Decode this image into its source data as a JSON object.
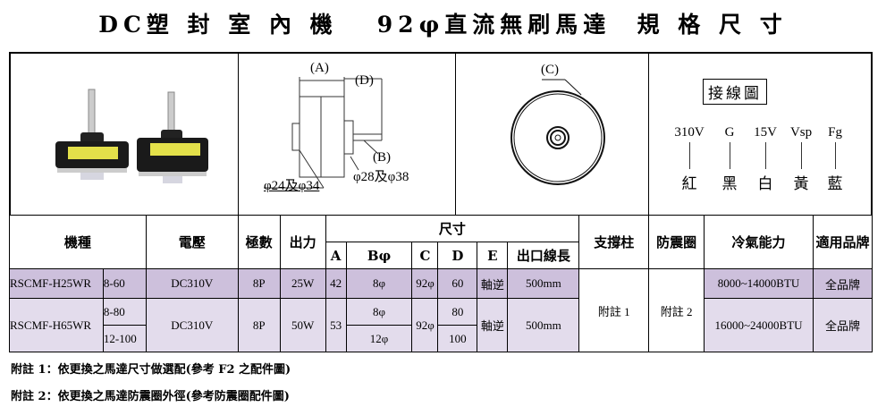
{
  "title": "DC塑 封 室 內 機   92φ直流無刷馬達  規 格 尺 寸",
  "drawing": {
    "a": "(A)",
    "d": "(D)",
    "b": "(B)",
    "c": "(C)",
    "dia1": "φ24及φ34",
    "dia2": "φ28及φ38"
  },
  "wiring": {
    "title": "接線圖",
    "labels": [
      "310V",
      "G",
      "15V",
      "Vsp",
      "Fg"
    ],
    "colors": [
      "紅",
      "黑",
      "白",
      "黃",
      "藍"
    ]
  },
  "headers": {
    "model": "機種",
    "voltage": "電壓",
    "poles": "極數",
    "output": "出力",
    "size": "尺寸",
    "a": "A",
    "b": "Bφ",
    "c": "C",
    "d": "D",
    "e": "E",
    "lead": "出口線長",
    "support": "支撐柱",
    "damper": "防震圈",
    "capacity": "冷氣能力",
    "brand": "適用品牌"
  },
  "rows": [
    {
      "model": "RSCMF-H25WR",
      "range": "8-60",
      "voltage": "DC310V",
      "poles": "8P",
      "output": "25W",
      "a": "42",
      "b": "8φ",
      "c": "92φ",
      "d": "60",
      "e": "軸逆",
      "lead": "500mm",
      "capacity": "8000~14000BTU",
      "brand": "全品牌"
    },
    {
      "model": "RSCMF-H65WR",
      "range": "8-80",
      "range2": "12-100",
      "voltage": "DC310V",
      "poles": "8P",
      "output": "50W",
      "a": "53",
      "b": "8φ",
      "b2": "12φ",
      "c": "92φ",
      "d": "80",
      "d2": "100",
      "e": "軸逆",
      "lead": "500mm",
      "capacity": "16000~24000BTU",
      "brand": "全品牌"
    }
  ],
  "support": "附註 1",
  "damper": "附註 2",
  "notes": [
    "附註 1：依更換之馬達尺寸做選配(參考 F2 之配件圖)",
    "附註 2：依更換之馬達防震圈外徑(參考防震圈配件圖)"
  ]
}
